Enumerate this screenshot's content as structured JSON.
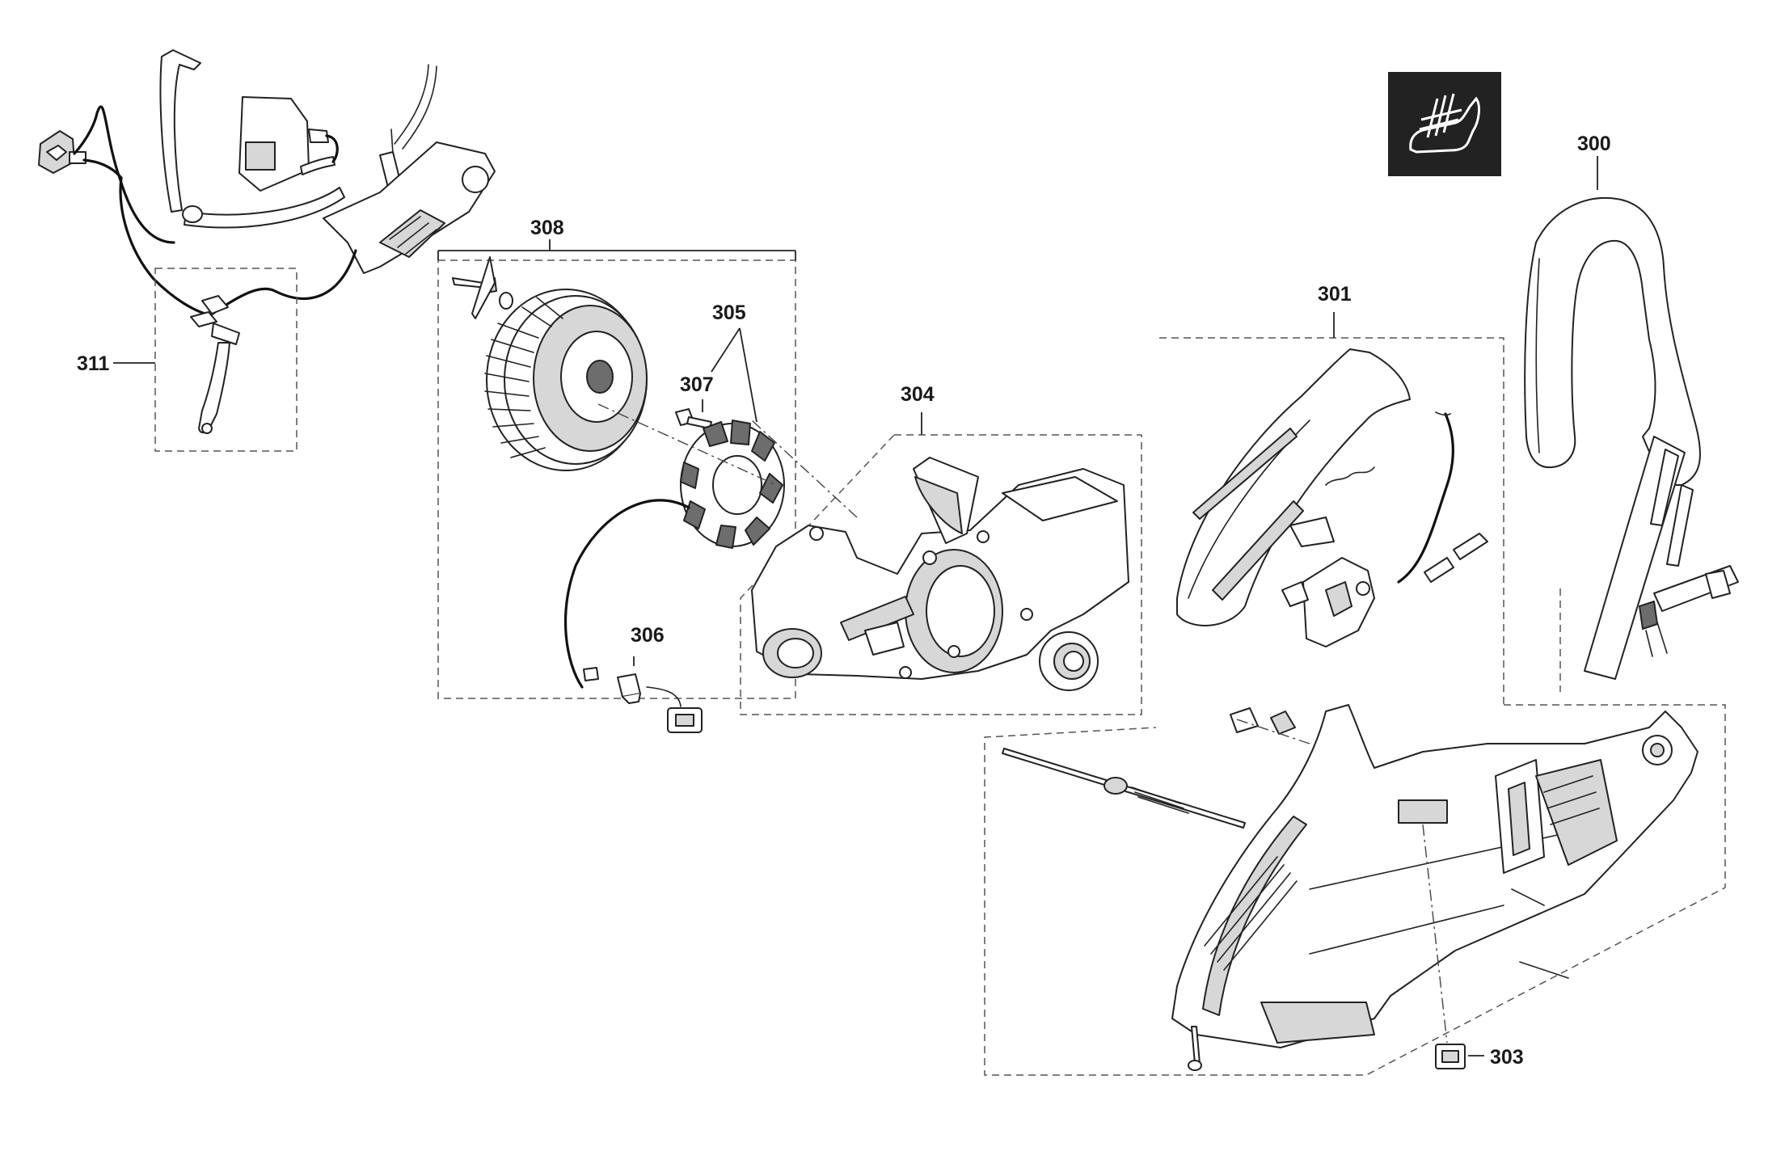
{
  "labels": {
    "p300": "300",
    "p301": "301",
    "p303": "303",
    "p304": "304",
    "p305": "305",
    "p306": "306",
    "p307": "307",
    "p308": "308",
    "p311": "311"
  },
  "icon": {
    "name": "heated-handle-icon",
    "background": "#222222",
    "foreground": "#ffffff"
  },
  "colors": {
    "line": "#222222",
    "fill_light": "#d7d7d7",
    "fill_dark": "#6d6d6d"
  }
}
